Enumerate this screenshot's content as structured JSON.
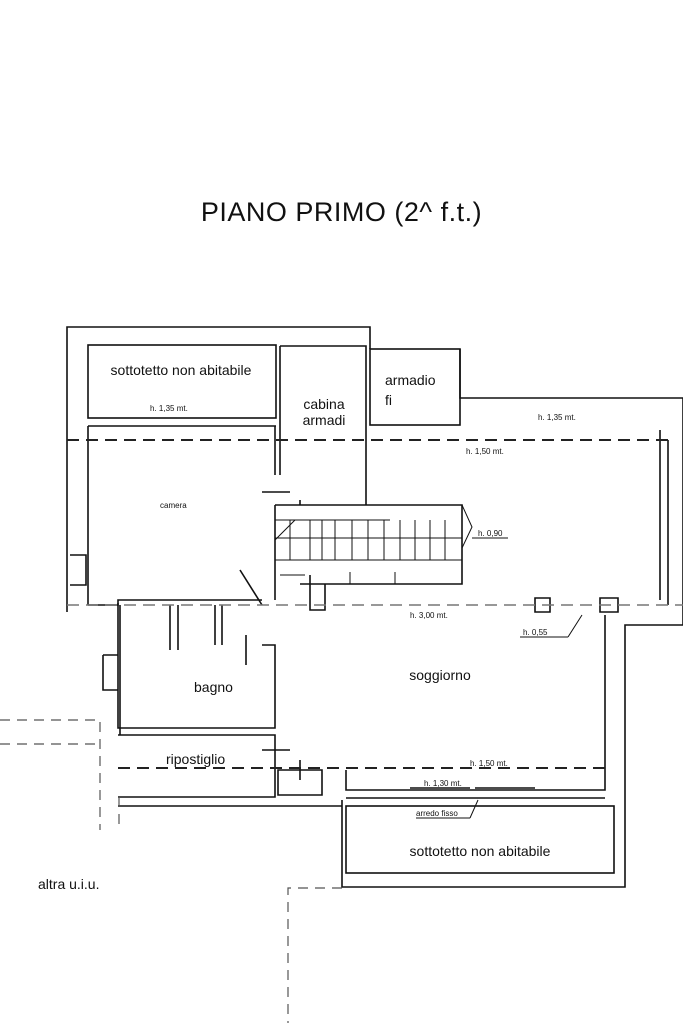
{
  "title": "PIANO PRIMO (2^  f.t.)",
  "rooms": {
    "sottotetto_top": "sottotetto non abitabile",
    "cabina_1": "cabina",
    "cabina_2": "armadi",
    "armadio_1": "armadio",
    "armadio_2": "fi",
    "camera": "camera",
    "bagno": "bagno",
    "soggiorno": "soggiorno",
    "ripostiglio": "ripostiglio",
    "sottotetto_bottom": "sottotetto non abitabile",
    "altra": "altra u.i.u."
  },
  "heights": {
    "h1": "h. 1,35 mt.",
    "h2": "h. 1,35 mt.",
    "h3": "h. 1,50 mt.",
    "h4": "h. 0,90",
    "h5": "h. 3,00 mt.",
    "h6": "h. 0,55",
    "h7": "h. 1,50 mt.",
    "h8": "h. 1,30 mt."
  },
  "notes": {
    "arredo": "arredo fisso"
  }
}
